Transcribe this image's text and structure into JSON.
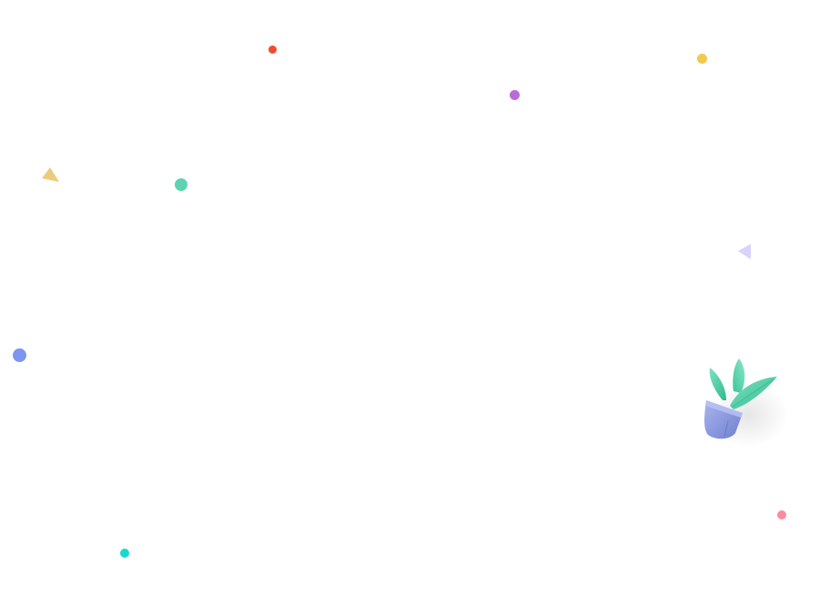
{
  "scene": {
    "background": "#ffffff",
    "decorations": [
      {
        "name": "red-dot",
        "color": "#ee4d2d"
      },
      {
        "name": "yellow-dot",
        "color": "#f2c94c"
      },
      {
        "name": "purple-dot",
        "color": "#bb6bd9"
      },
      {
        "name": "green-dot",
        "color": "#5ed3b0"
      },
      {
        "name": "blue-dot",
        "color": "#7b95f0"
      },
      {
        "name": "cyan-dot",
        "color": "#17d8cf"
      },
      {
        "name": "pink-dot",
        "color": "#fb8c9c"
      },
      {
        "name": "yellow-triangle",
        "color": "#eccb7d"
      },
      {
        "name": "lavender-triangle",
        "color": "#d9d2fb"
      }
    ],
    "illustration": {
      "name": "potted-plant-icon",
      "pot_color": "#8f9ce0",
      "leaf_color": "#4fd0a6"
    }
  }
}
